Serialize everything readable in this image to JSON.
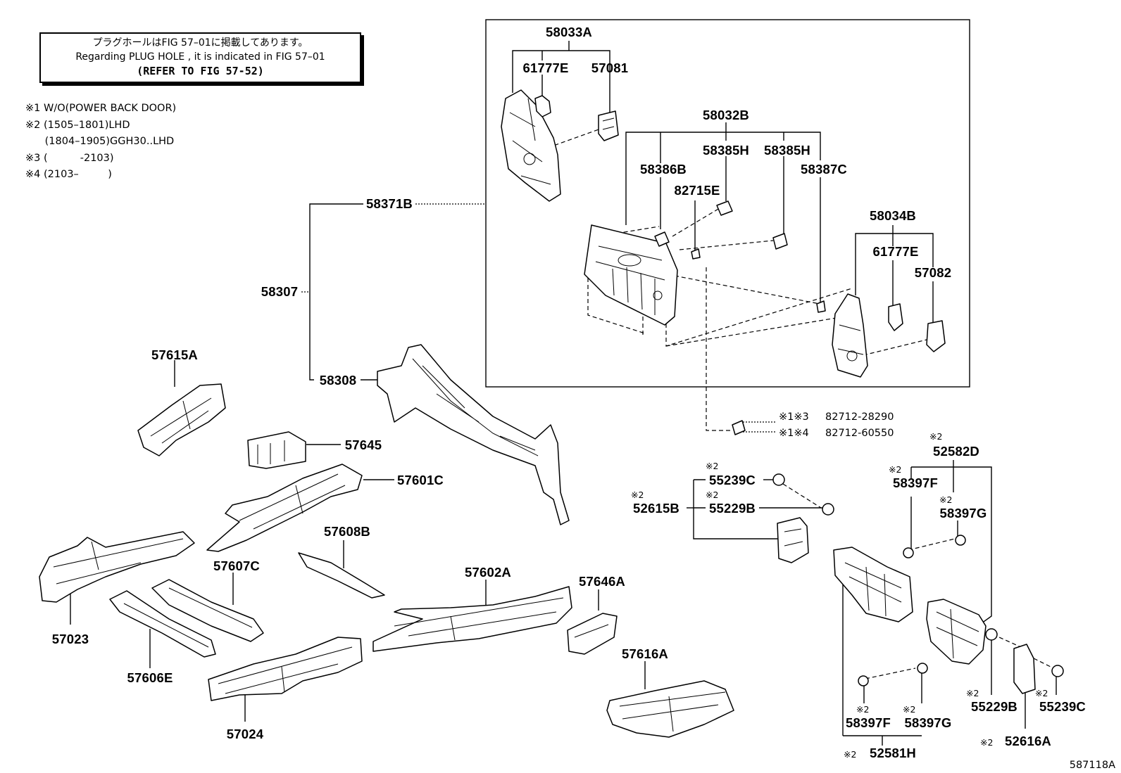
{
  "notice": {
    "line1": "プラグホールはFIG 57–01に掲載してあります。",
    "line2": "Regarding PLUG HOLE , it is indicated in FIG 57–01",
    "line3": "(REFER TO FIG 57-52)"
  },
  "notes": [
    "※1 W/O(POWER BACK DOOR)",
    "※2 (1505–1801)LHD",
    "      (1804–1905)GGH30..LHD",
    "※3 (          -2103)",
    "※4 (2103–         )"
  ],
  "parts": {
    "p58033A": "58033A",
    "p61777E_a": "61777E",
    "p57081": "57081",
    "p58032B": "58032B",
    "p58386B": "58386B",
    "p58385H_a": "58385H",
    "p58385H_b": "58385H",
    "p82715E": "82715E",
    "p58387C": "58387C",
    "p58034B": "58034B",
    "p61777E_b": "61777E",
    "p57082": "57082",
    "p58371B": "58371B",
    "p58307": "58307",
    "p58308": "58308",
    "p57615A": "57615A",
    "p57645": "57645",
    "p57601C": "57601C",
    "p57608B": "57608B",
    "p57607C": "57607C",
    "p57602A": "57602A",
    "p57646A": "57646A",
    "p57023": "57023",
    "p57606E": "57606E",
    "p57024": "57024",
    "p57616A": "57616A",
    "p55239C_a": "55239C",
    "p52615B": "52615B",
    "p55229B_a": "55229B",
    "p52582D": "52582D",
    "p58397F_a": "58397F",
    "p58397G_a": "58397G",
    "p58397F_b": "58397F",
    "p58397G_b": "58397G",
    "p55229B_b": "55229B",
    "p55239C_b": "55239C",
    "p52581H": "52581H",
    "p52616A": "52616A",
    "clip1": "82712-28290",
    "clip2": "82712-60550"
  },
  "marks": {
    "m13": "※1※3",
    "m14": "※1※4",
    "m2": "※2"
  },
  "figure_id": "587118A"
}
